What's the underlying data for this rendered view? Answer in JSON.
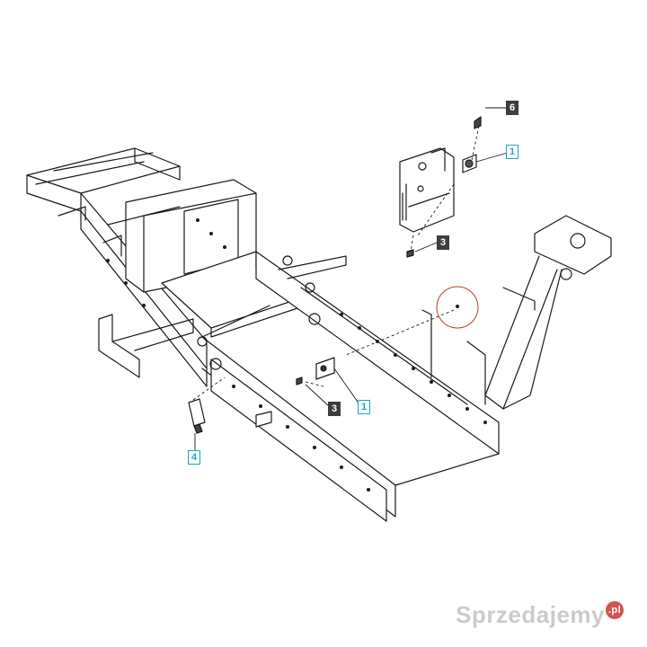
{
  "callouts": {
    "c6": {
      "label": "6",
      "style": "dark"
    },
    "c1_top": {
      "label": "1",
      "style": "cyan"
    },
    "c3_top": {
      "label": "3",
      "style": "dark"
    },
    "c3_bottom": {
      "label": "3",
      "style": "dark"
    },
    "c1_bottom": {
      "label": "1",
      "style": "cyan"
    },
    "c4": {
      "label": "4",
      "style": "cyan"
    }
  },
  "watermark": {
    "text": "Sprzedajemy",
    "suffix": ".pl"
  },
  "colors": {
    "line": "#1a1a1a",
    "callout_dark": "#3d3d3d",
    "callout_cyan": "#1aa6c6",
    "highlight_circle": "#c0392b"
  }
}
